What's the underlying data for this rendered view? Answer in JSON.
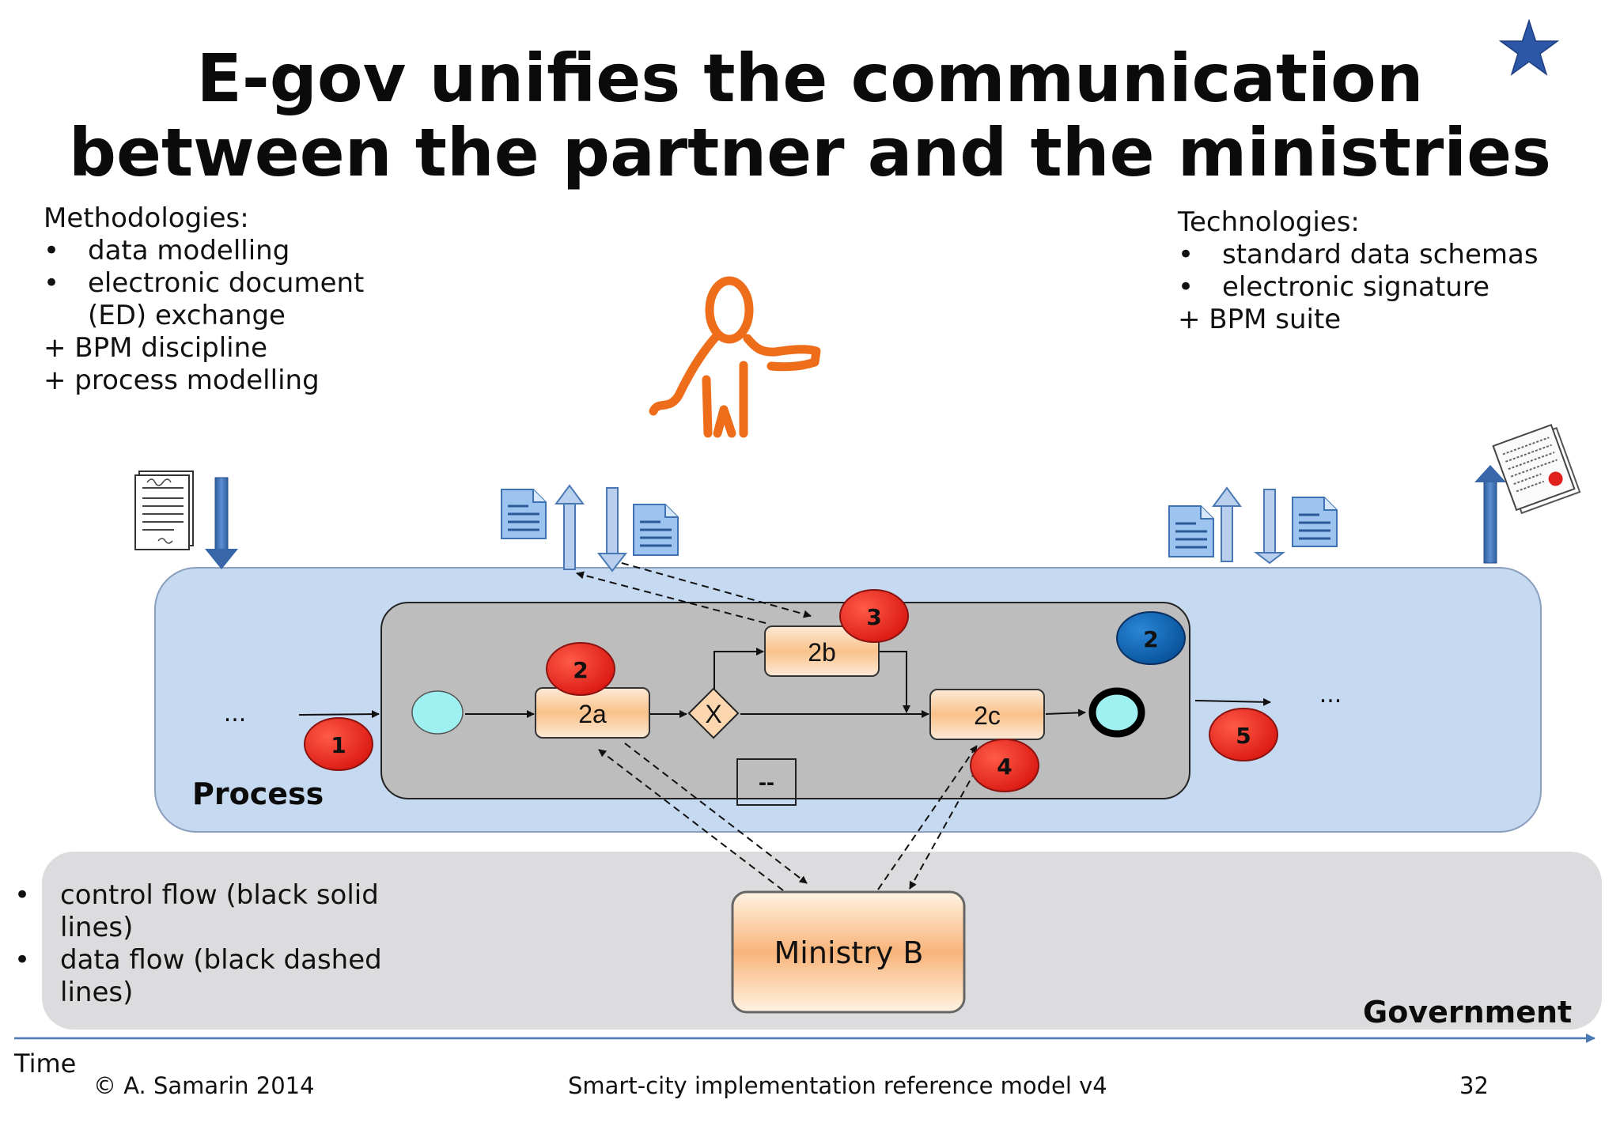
{
  "slide": {
    "title_line1": "E-gov unifies the communication",
    "title_line2": "between the partner and the ministries"
  },
  "methodologies": {
    "heading": "Methodologies:",
    "items": [
      "data modelling",
      "electronic document",
      "(ED) exchange"
    ],
    "bullet": "•",
    "plus_items": [
      "+ BPM discipline",
      "+ process modelling"
    ]
  },
  "technologies": {
    "heading": "Technologies:",
    "items": [
      "standard data schemas",
      "electronic signature"
    ],
    "bullet": "•",
    "plus_items": [
      "+ BPM suite"
    ]
  },
  "diagram": {
    "process_label": "Process",
    "government_label": "Government",
    "ellipsis_left": "...",
    "ellipsis_right": "...",
    "tasks": {
      "t2a": "2a",
      "t2b": "2b",
      "t2c": "2c"
    },
    "gateway_label": "X",
    "collapsed_marker": "--",
    "ministry_label": "Ministry B",
    "markers": {
      "m1": "1",
      "m2": "2",
      "m3": "3",
      "m4": "4",
      "m5": "5",
      "m2_blue": "2"
    },
    "colors": {
      "process_band": "#c5d9f1",
      "government_band": "#dcdcde",
      "subprocess": "#bdbdbd",
      "marker_red": "#e4201f",
      "marker_blue": "#0a63b0",
      "person": "#ed6d1a",
      "arrow_blue": "#4a78b5",
      "start_event": "#9ff0f0"
    }
  },
  "legend": {
    "bullet": "•",
    "item1_line1": "control flow (black solid",
    "item1_line2": "lines)",
    "item2_line1": "data flow (black dashed",
    "item2_line2": "lines)"
  },
  "time_label": "Time",
  "footer": {
    "copyright": "© A. Samarin 2014",
    "model": "Smart-city implementation reference model v4",
    "page": "32"
  },
  "icons": [
    "star-icon",
    "person-icon",
    "document-icon",
    "signed-document-icon",
    "certificate-icon",
    "arrow-icon"
  ]
}
